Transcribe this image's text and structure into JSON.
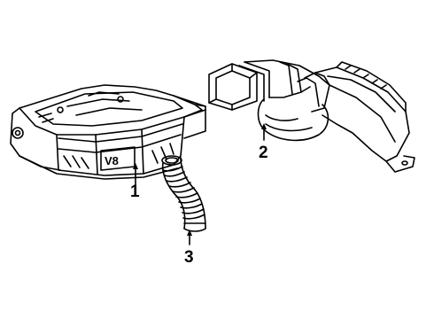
{
  "parts": [
    {
      "callout": "1",
      "stamp": "V8"
    },
    {
      "callout": "2"
    },
    {
      "callout": "3"
    }
  ]
}
